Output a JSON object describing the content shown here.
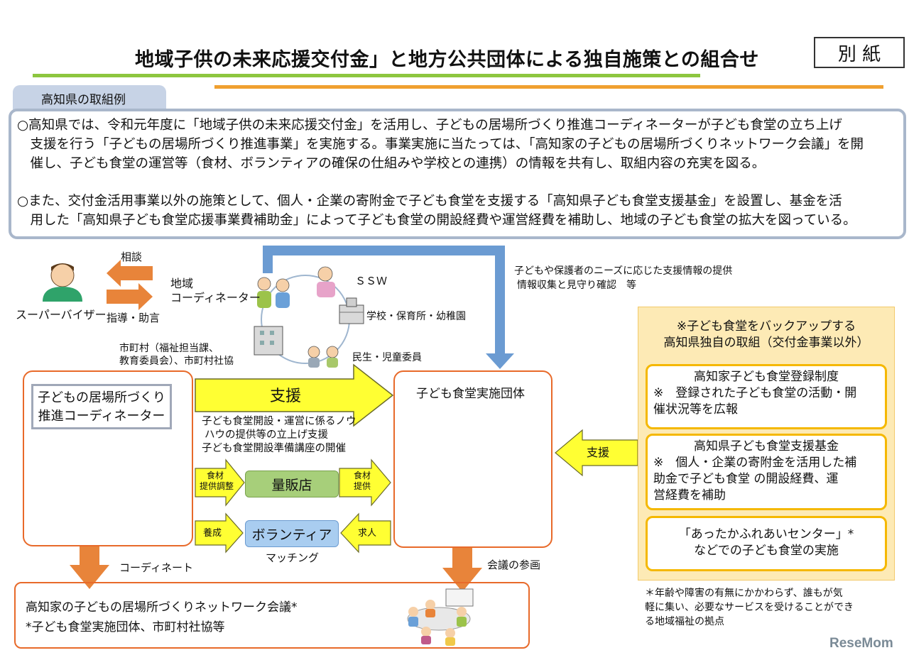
{
  "header": {
    "title": "地域子供の未来応援交付金」と地方公共団体による独自施策との組合せ",
    "attachment_label": "別 紙",
    "section_tab": "高知県の取組例"
  },
  "intro": {
    "p1_l1": "○高知県では、令和元年度に「地域子供の未来応援交付金」を活用し、子どもの居場所づくり推進コーディネーターが子ども食堂の立ち上げ",
    "p1_l2": "　支援を行う「子どもの居場所づくり推進事業」を実施する。事業実施に当たっては、「高知家の子どもの居場所づくりネットワーク会議」を開",
    "p1_l3": "　催し、子ども食堂の運営等（食材、ボランティアの確保の仕組みや学校との連携）の情報を共有し、取組内容の充実を図る。",
    "p2_l1": "○また、交付金活用事業以外の施策として、個人・企業の寄附金で子ども食堂を支援する「高知県子ども食堂支援基金」を設置し、基金を活",
    "p2_l2": "　用した「高知県子ども食堂応援事業費補助金」によって子ども食堂の開設経費や運営経費を補助し、地域の子ども食堂の拡大を図っている。"
  },
  "diagram": {
    "supervisor": "スーパーバイザー",
    "consult": "相談",
    "guidance": "指導・助言",
    "local_coord_l1": "地域",
    "local_coord_l2": "コーディネーター",
    "ssw": "ＳＳＷ",
    "schools": "学校・保育所・幼稚園",
    "minsei": "民生・児童委員",
    "municipal_l1": "市町村（福祉担当課、",
    "municipal_l2": "教育委員会）、市町村社協",
    "info_l1": "子どもや保護者のニーズに応じた支援情報の提供",
    "info_l2": "情報収集と見守り確認　等",
    "coord_box_l1": "子どもの居場所づくり",
    "coord_box_l2": "推進コーディネーター",
    "support": "支援",
    "support_l1": "子ども食堂開設・運営に係るノウ",
    "support_l2": "ハウの提供等の立上げ支援",
    "support_l3": "子ども食堂開設準備講座の開催",
    "food_adjust_l1": "食材",
    "food_adjust_l2": "提供調整",
    "mass_retailer": "量販店",
    "food_provide_l1": "食材",
    "food_provide_l2": "提供",
    "training": "養成",
    "volunteer": "ボランティア",
    "recruit": "求人",
    "matching": "マッチング",
    "coordinate": "コーディネート",
    "implementer": "子ども食堂実施団体",
    "meeting_participation": "会議の参画",
    "support_right": "支援",
    "network_l1": "高知家の子どもの居場所づくりネットワーク会議*",
    "network_l2": "*子ども食堂実施団体、市町村社協等"
  },
  "panel": {
    "heading_l1": "※子ども食堂をバックアップする",
    "heading_l2": "高知県独自の取組（交付金事業以外）",
    "box1_l1": "高知家子ども食堂登録制度",
    "box1_l2": "※　登録された子ども食堂の活動・開",
    "box1_l3": "催状況等を広報",
    "box2_l1": "高知県子ども食堂支援基金",
    "box2_l2": "※　個人・企業の寄附金を活用した補",
    "box2_l3": "助金で子ども食堂 の開設経費、運",
    "box2_l4": "営経費を補助",
    "box3_l1": "「あったかふれあいセンター」*",
    "box3_l2": "などでの子ども食堂の実施",
    "note_l1": "＊年齢や障害の有無にかかわらず、誰もが気",
    "note_l2": "軽に集い、必要なサービスを受けることができ",
    "note_l3": "る地域福祉の拠点"
  },
  "watermark": "ReseMom",
  "colors": {
    "orange": "#e8843a",
    "blue": "#6b9bd2",
    "yellow": "#ffff33",
    "panel_bg": "#fdeab5"
  }
}
